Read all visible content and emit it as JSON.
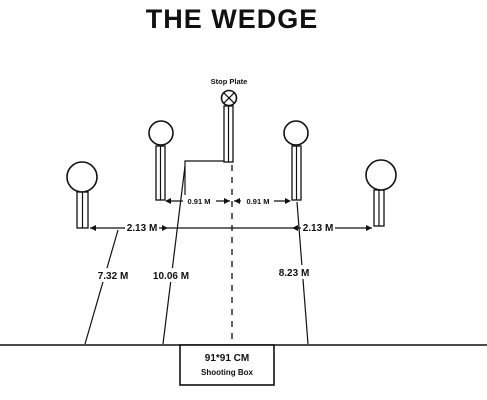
{
  "title": "THE WEDGE",
  "stop_plate": {
    "label": "Stop Plate",
    "icon": "circle-x-icon"
  },
  "measurements": {
    "inner_left": "0.91 M",
    "inner_right": "0.91 M",
    "outer_left": "2.13 M",
    "outer_right": "2.13 M",
    "dist_far_left": "7.32 M",
    "dist_center": "10.06 M",
    "dist_right": "8.23 M"
  },
  "shooting_box": {
    "size": "91*91 CM",
    "label": "Shooting Box"
  }
}
